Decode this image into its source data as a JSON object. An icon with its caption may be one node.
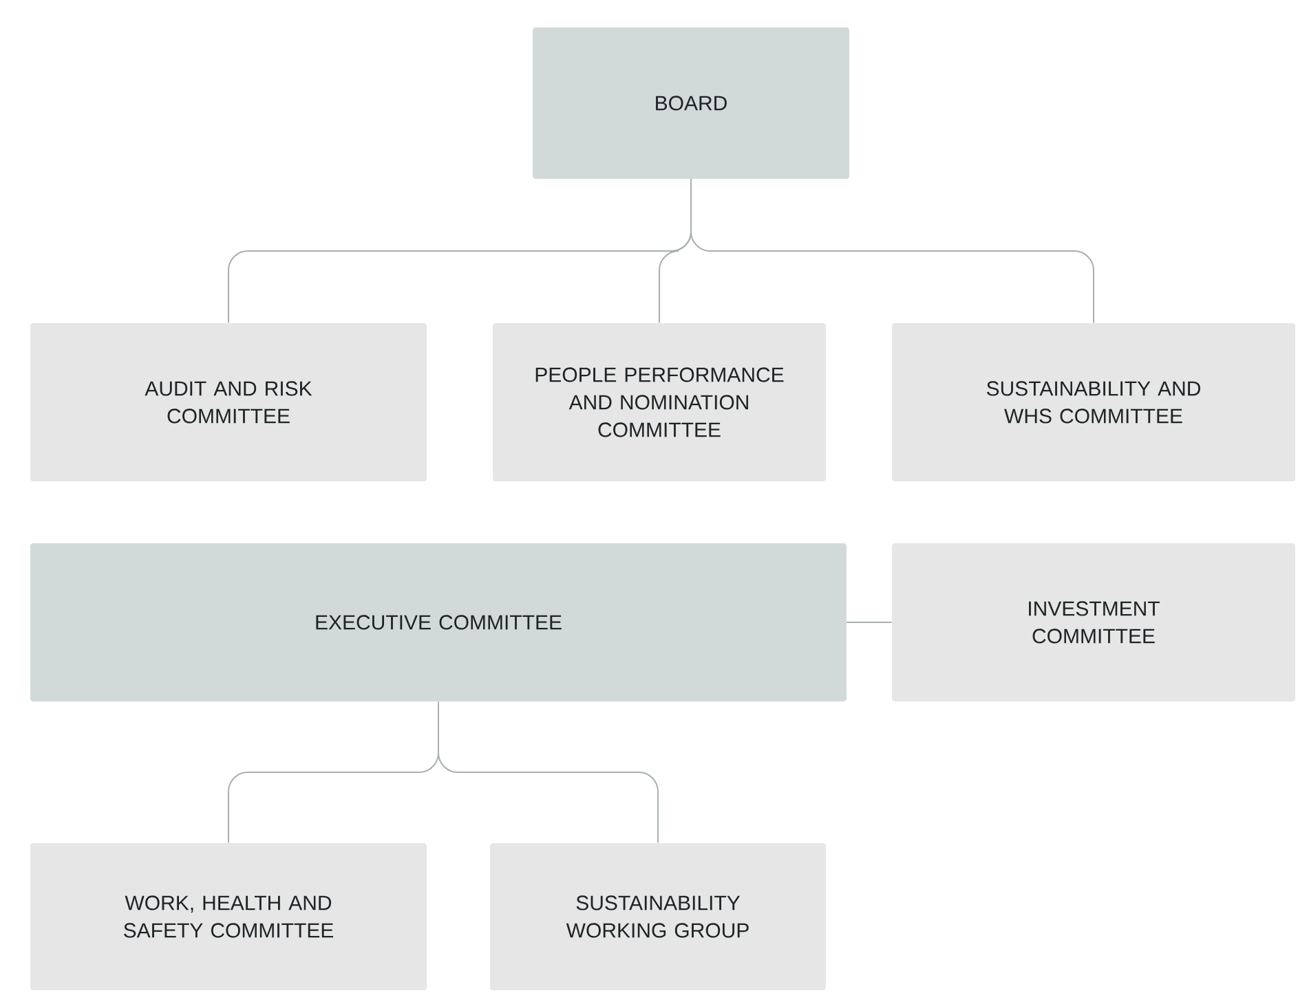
{
  "diagram": {
    "nodes": [
      {
        "text": [
          "BOARD"
        ]
      },
      {
        "text": [
          "AUDIT AND RISK COMMITTEE"
        ]
      },
      {
        "text": [
          "PEOPLE PERFORMANCE AND NOMINATION COMMITTEE"
        ]
      },
      {
        "text": [
          "SUSTAINABILITY AND WHS COMMITTEE"
        ]
      },
      {
        "text": [
          "EXECUTIVE COMMITTEE"
        ]
      },
      {
        "text": [
          "INVESTMENT COMMITTEE"
        ]
      },
      {
        "text": [
          "WORK, HEALTH AND SAFETY COMMITTEE"
        ]
      },
      {
        "text": [
          "SUSTAINABILITY WORKING GROUP"
        ]
      }
    ],
    "edges": [
      {
        "from": 0,
        "to": 1,
        "arrow": "none"
      },
      {
        "from": 0,
        "to": 2,
        "arrow": "none"
      },
      {
        "from": 0,
        "to": 3,
        "arrow": "none"
      },
      {
        "from": 4,
        "to": 5,
        "arrow": "none"
      },
      {
        "from": 4,
        "to": 6,
        "arrow": "none"
      },
      {
        "from": 4,
        "to": 7,
        "arrow": "none"
      }
    ]
  }
}
